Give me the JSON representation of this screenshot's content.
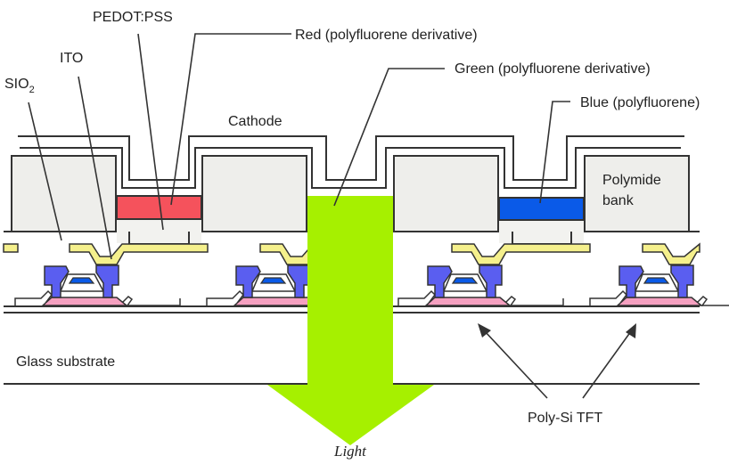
{
  "title": "Polymer OLED display cross-section with Poly-Si TFT backplane",
  "labels": {
    "pedot": "PEDOT:PSS",
    "red": "Red (polyfluorene derivative)",
    "green": "Green (polyfluorene derivative)",
    "blue": "Blue (polyfluorene)",
    "ito": "ITO",
    "sio2_main": "SIO",
    "sio2_sub": "2",
    "cathode": "Cathode",
    "bank_line1": "Polymide",
    "bank_line2": "bank",
    "glass": "Glass substrate",
    "tft": "Poly-Si TFT",
    "light": "Light"
  },
  "colors": {
    "red_emitter": "#f5525c",
    "green_emitter": "#a6f000",
    "blue_emitter": "#0a5ae8",
    "bank": "#eeeeeb",
    "ito": "#f5f08c",
    "tft_metal": "#5a5ef0",
    "tft_gate": "#0a5ae8",
    "poly_si": "#f5a0c0",
    "pedot": "#f2f2ef",
    "outline": "#333333"
  }
}
